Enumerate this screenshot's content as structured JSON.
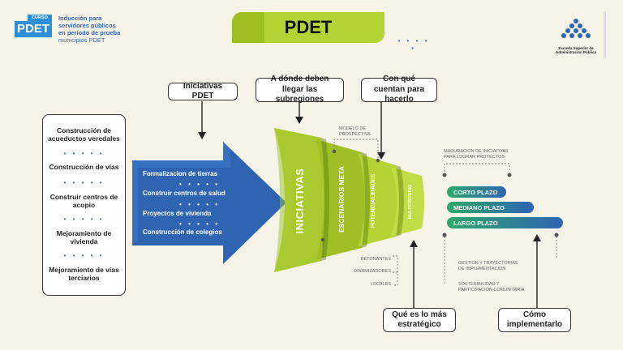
{
  "course": {
    "badge_small": "CURSO",
    "badge_big": "PDET",
    "line1": "Inducción para",
    "line2": "servidores públicos",
    "line3": "en período de prueba",
    "line4": "municipios PDET"
  },
  "title": "PDET",
  "logo": {
    "line1": "Escuela Superior de",
    "line2": "Administración Pública"
  },
  "callouts": {
    "iniciativas": "Iniciativas PDET",
    "adonde": "A dónde deben llegar las subregiones",
    "conque": "Con qué cuentan para hacerlo",
    "quees": "Qué es lo más estratégico",
    "como": "Cómo implementarlo"
  },
  "left_items": [
    "Construcción de acueductos veredales",
    "Construcción de vías",
    "Construir centros de acopio",
    "Mejoramiento de vivienda",
    "Mejoramiento de vías terciarios"
  ],
  "arrow_items": [
    "Formalizacion de tierras",
    "Construir centros de salud",
    "Proyectos de vivienda",
    "Construcción de colegios"
  ],
  "funnel": {
    "iniciativas": "INICIATIVAS",
    "escenarios": "ESCENARIOS META",
    "potencialidades": "POTENCIALIDADES",
    "multicriterio": "MULTICRITERIO"
  },
  "labels": {
    "modelo": "MODELO DE PROSPECTIVA",
    "maduracion": "MADURACION DE INICIATIVAS PARA LOGRAR PROYECTOS",
    "detonantes": "DETONANTES",
    "dinamizadores": "DINAMIZADORES",
    "locales": "LOCALES",
    "gestion": "GESTION Y TRAYECTORIAS DE IMPLEMENTACION",
    "sostenibilidad": "SOSTENIBILIDAD Y PARTICIPACION COMUNITARIA"
  },
  "plazos": [
    "CORTO PLAZO",
    "MEDIANO PLAZO",
    "LARGO PLAZO"
  ],
  "colors": {
    "green": "#b5d334",
    "blue": "#2f64b3",
    "teal": "#1a9a8a",
    "dark": "#333333"
  }
}
